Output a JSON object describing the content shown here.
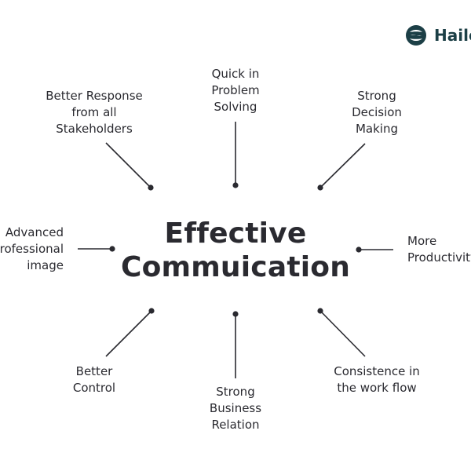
{
  "brand": {
    "name": "Haile",
    "color": "#1c3f46",
    "icon": "brand-logo-icon"
  },
  "center": {
    "line1": "Effective",
    "line2": "Commuication"
  },
  "nodes": {
    "quick": {
      "line1": "Quick in",
      "line2": "Problem",
      "line3": "Solving"
    },
    "response": {
      "line1": "Better Response",
      "line2": "from all",
      "line3": "Stakeholders"
    },
    "decision": {
      "line1": "Strong",
      "line2": "Decision",
      "line3": "Making"
    },
    "image": {
      "line1": "Advanced",
      "line2": "Professional",
      "line3": "image"
    },
    "productivity": {
      "line1": "More",
      "line2": "Productivity"
    },
    "control": {
      "line1": "Better",
      "line2": "Control"
    },
    "relation": {
      "line1": "Strong",
      "line2": "Business",
      "line3": "Relation"
    },
    "workflow": {
      "line1": "Consistence in",
      "line2": "the work flow"
    }
  },
  "colors": {
    "text": "#2a2a30",
    "spoke": "#2a2a30"
  }
}
